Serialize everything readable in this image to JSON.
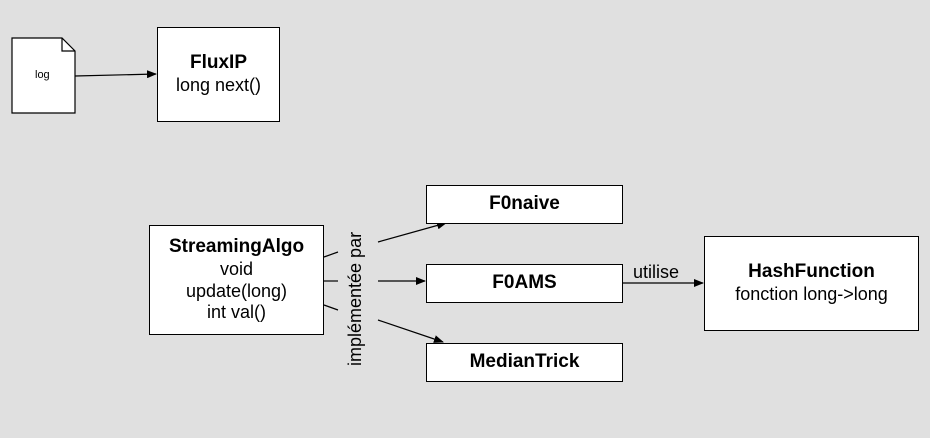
{
  "nodes": {
    "log": {
      "label": "log"
    },
    "fluxip": {
      "title": "FluxIP",
      "lines": [
        "long next()"
      ]
    },
    "streaming_algo": {
      "title": "StreamingAlgo",
      "lines": [
        "void",
        "update(long)",
        "int val()"
      ]
    },
    "f0naive": {
      "title": "F0naive"
    },
    "f0ams": {
      "title": "F0AMS"
    },
    "median_trick": {
      "title": "MedianTrick"
    },
    "hash_function": {
      "title": "HashFunction",
      "lines": [
        "fonction long->long"
      ]
    }
  },
  "edges": {
    "implementation_label": "implémentée par",
    "uses_label": "utilise"
  },
  "colors": {
    "background": "#e0e0e0",
    "box_fill": "#ffffff",
    "stroke": "#000000"
  }
}
